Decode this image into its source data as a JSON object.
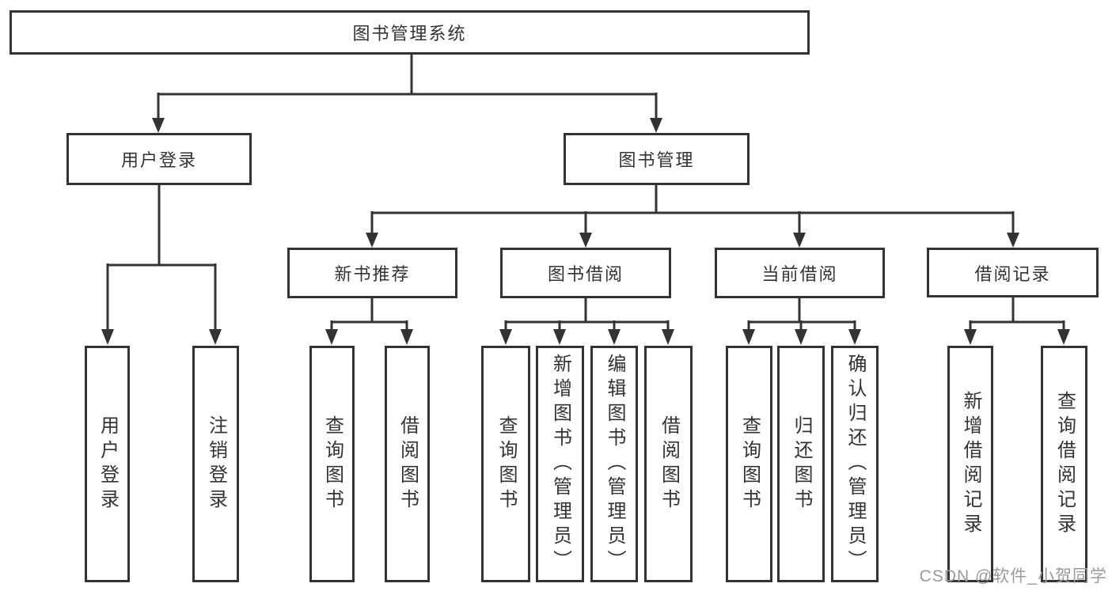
{
  "diagram_title": "图书管理系统",
  "tree": {
    "label": "图书管理系统",
    "children": [
      {
        "label": "用户登录",
        "children": [
          {
            "label": "用户登录"
          },
          {
            "label": "注销登录"
          }
        ]
      },
      {
        "label": "图书管理",
        "children": [
          {
            "label": "新书推荐",
            "children": [
              {
                "label": "查询图书"
              },
              {
                "label": "借阅图书"
              }
            ]
          },
          {
            "label": "图书借阅",
            "children": [
              {
                "label": "查询图书"
              },
              {
                "label": "新增图书（管理员）"
              },
              {
                "label": "编辑图书（管理员）"
              },
              {
                "label": "借阅图书"
              }
            ]
          },
          {
            "label": "当前借阅",
            "children": [
              {
                "label": "查询图书"
              },
              {
                "label": "归还图书"
              },
              {
                "label": "确认归还（管理员）"
              }
            ]
          },
          {
            "label": "借阅记录",
            "children": [
              {
                "label": "新增借阅记录"
              },
              {
                "label": "查询借阅记录"
              }
            ]
          }
        ]
      }
    ]
  },
  "watermark": {
    "text": "CSDN @软件_小贺同学"
  },
  "colors": {
    "line": "#333333",
    "text": "#333333",
    "watermark": "#9a9a9a",
    "background": "#ffffff"
  }
}
